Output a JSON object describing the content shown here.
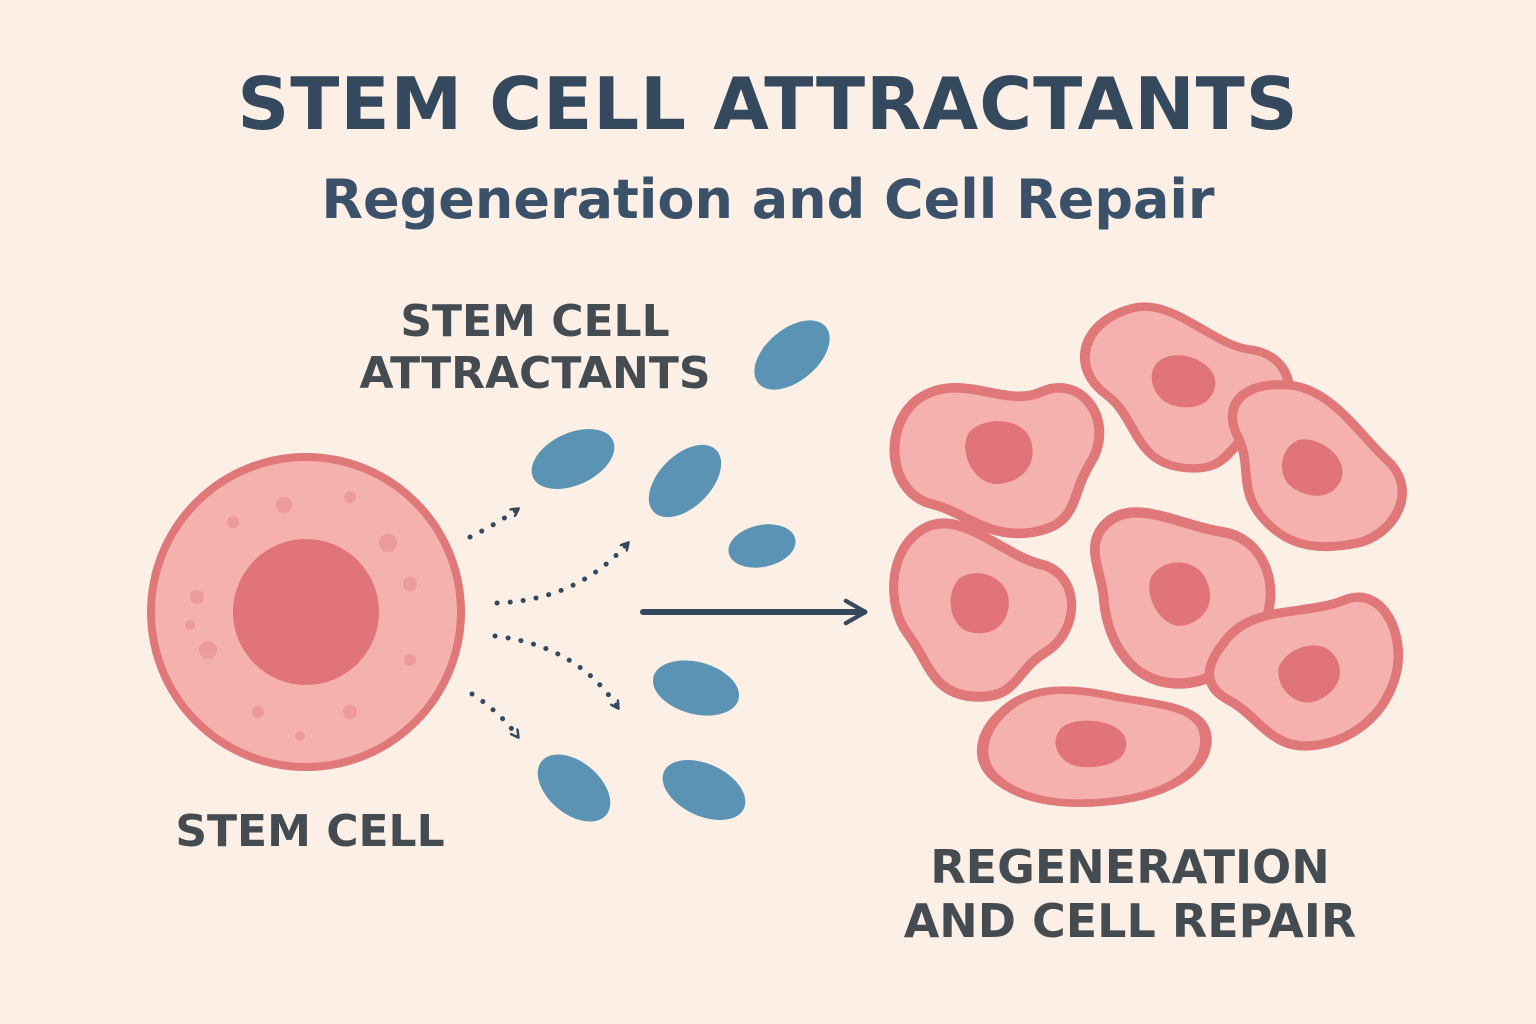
{
  "title": "STEM CELL ATTRACTANTS",
  "subtitle": "Regeneration and Cell Repair",
  "labels": {
    "attractants_line1": "STEM CELL",
    "attractants_line2": "ATTRACTANTS",
    "stem_cell": "STEM CELL",
    "regeneration_line1": "REGENERATION",
    "regeneration_line2": "AND CELL REPAIR"
  },
  "colors": {
    "background": "#fbefe6",
    "title": "#34495e",
    "cell_fill": "#f4b1ae",
    "cell_outline": "#e07779",
    "nucleus": "#e07478",
    "attractant": "#5b93b4",
    "arrow": "#34495e"
  }
}
